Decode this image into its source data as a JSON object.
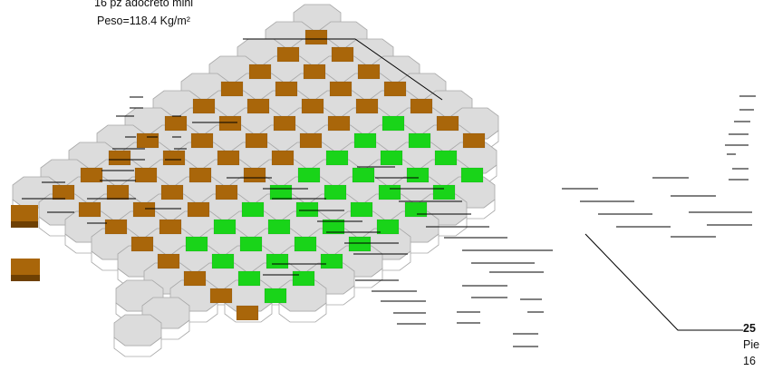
{
  "annotation_top": {
    "line1": "16 pz adocreto mini",
    "line2": "Peso=118.4 Kg/m²"
  },
  "annotation_bottom": {
    "line1": "25",
    "line2": "Pie",
    "line3": "16"
  },
  "colors": {
    "paver_top": "#dcdcdc",
    "paver_side": "#ffffff",
    "paver_edge": "#a8a8a8",
    "brown": "#a9660a",
    "brown_dark": "#6e4003",
    "green": "#19d419",
    "green_dark": "#0c8f0c",
    "leader": "#000000"
  }
}
